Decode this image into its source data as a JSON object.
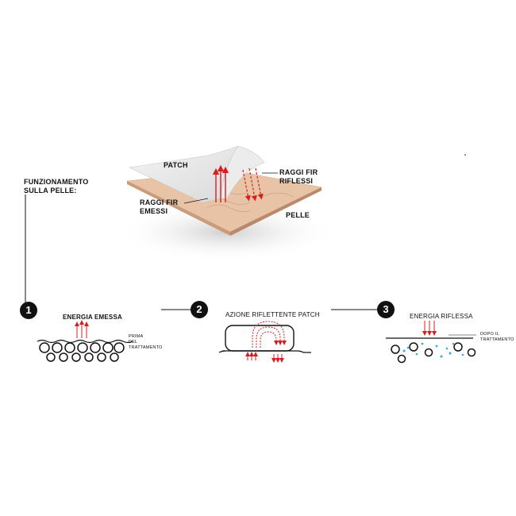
{
  "heading": {
    "line1": "FUNZIONAMENTO",
    "line2": "SULLA PELLE:"
  },
  "illustration": {
    "patch_label": "PATCH",
    "reflected_line1": "RAGGI FIR",
    "reflected_line2": "RIFLESSI",
    "emitted_line1": "RAGGI FIR",
    "emitted_line2": "EMESSI",
    "skin_label": "PELLE"
  },
  "steps": [
    {
      "number": "1",
      "title": "ENERGIA EMESSA",
      "note_line1": "PRIMA",
      "note_line2": "DEL",
      "note_line3": "TRATTAMENTO"
    },
    {
      "number": "2",
      "title": "AZIONE RIFLETTENTE PATCH"
    },
    {
      "number": "3",
      "title": "ENERGIA RIFLESSA",
      "note_line1": "DOPO IL",
      "note_line2": "TRATTAMENTO"
    }
  ],
  "colors": {
    "arrow": "#d42020",
    "particle": "#3aaad8",
    "skin": "#e8c3a6",
    "ink": "#111111"
  }
}
